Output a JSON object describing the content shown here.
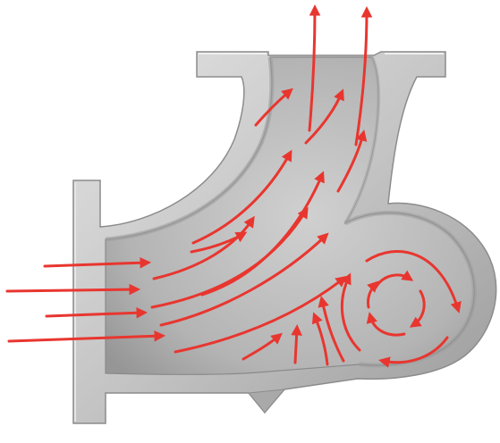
{
  "diagram": {
    "subject": "cutaway-pipe-elbow-flow",
    "colors": {
      "background": "#ffffff",
      "metal_light": "#d9d9d9",
      "metal_mid": "#b7b7b7",
      "metal_dark": "#7f7f7f",
      "cavity": "#bdbdbd",
      "cavity_shade": "#a4a4a4",
      "edge": "#8c8c8c",
      "arrow": "#e8362f"
    },
    "arrow_groups": [
      {
        "id": "inlet-arrows",
        "count": 4
      },
      {
        "id": "bend-streamlines",
        "count": 7
      },
      {
        "id": "outlet-arrows",
        "count": 2
      },
      {
        "id": "low-flow-arrows",
        "count": 3
      },
      {
        "id": "vortex-arrows",
        "count": 8
      }
    ]
  }
}
